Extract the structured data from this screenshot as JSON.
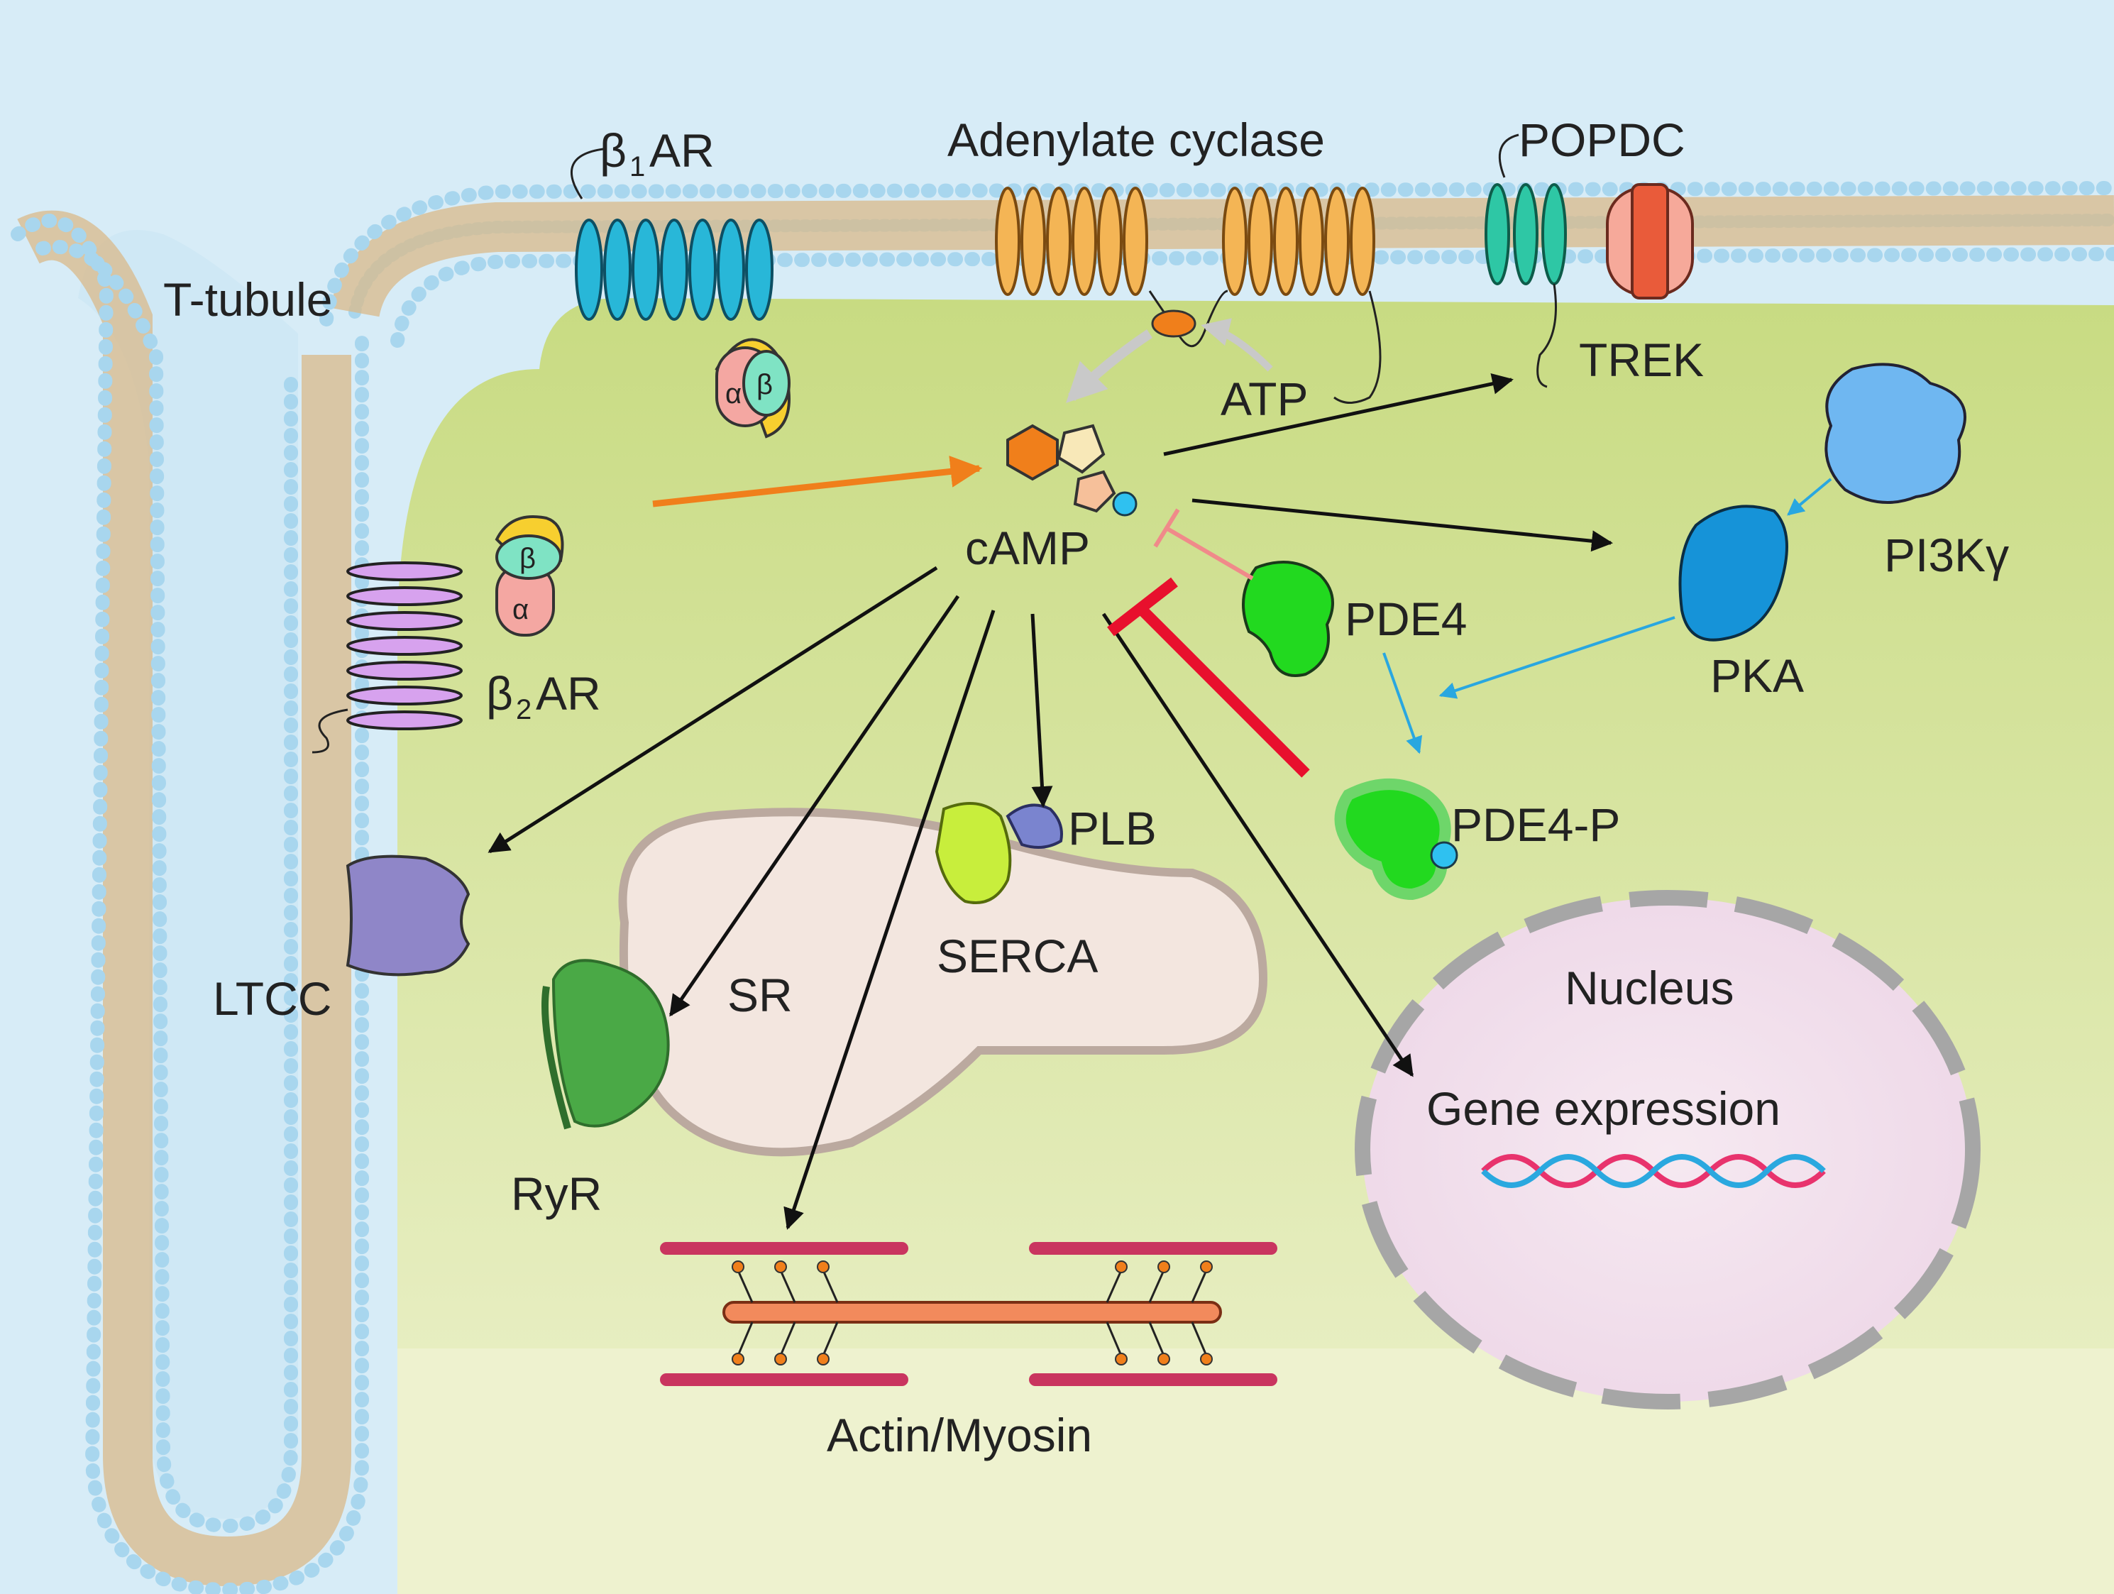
{
  "labels": {
    "t_tubule": "T-tubule",
    "beta1ar_prefix": "β",
    "beta1ar_sub": "1",
    "beta1ar_suffix": "AR",
    "beta2ar_prefix": "β",
    "beta2ar_sub": "2",
    "beta2ar_suffix": "AR",
    "adenylate_cyclase": "Adenylate cyclase",
    "popdc": "POPDC",
    "trek": "TREK",
    "atp": "ATP",
    "camp": "cAMP",
    "pi3k": "PI3Kγ",
    "pka": "PKA",
    "pde4": "PDE4",
    "pde4p": "PDE4-P",
    "plb": "PLB",
    "serca": "SERCA",
    "sr": "SR",
    "ltcc": "LTCC",
    "ryr": "RyR",
    "nucleus": "Nucleus",
    "gene_expression": "Gene expression",
    "actin_myosin": "Actin/Myosin",
    "g_alpha": "α",
    "g_beta": "β"
  },
  "colors": {
    "extracellular": "#d7ecf7",
    "cytoplasm": "#d8e4a0",
    "membrane_tail": "#d9b98a",
    "membrane_head": "#a8d6ee",
    "beta1ar": "#28b7d8",
    "beta2ar": "#d7a2ee",
    "adenylate_cyclase": "#f4b555",
    "popdc": "#2ec7a5",
    "trek": "#f27e63",
    "pde4": "#22d91f",
    "pi3k": "#6fb7f1",
    "pka": "#1693d8",
    "ltcc": "#8f86c8",
    "ryr": "#4aa946",
    "serca": "#c8ee3c",
    "plb": "#7a84cf",
    "nucleus": "#f3e1ee",
    "sr": "#f3e6df",
    "actin": "#c9355f",
    "myosin": "#f28a5c",
    "activation_arrow": "#111111",
    "orange_arrow": "#f07f1b",
    "pka_arrow": "#29a7e0",
    "inhibition_strong": "#e8102d",
    "inhibition_weak": "#f08a8a"
  },
  "icons": [
    "receptor-7tm",
    "g-protein",
    "ion-channel",
    "enzyme-blob",
    "dna-helix",
    "sarcomere"
  ]
}
